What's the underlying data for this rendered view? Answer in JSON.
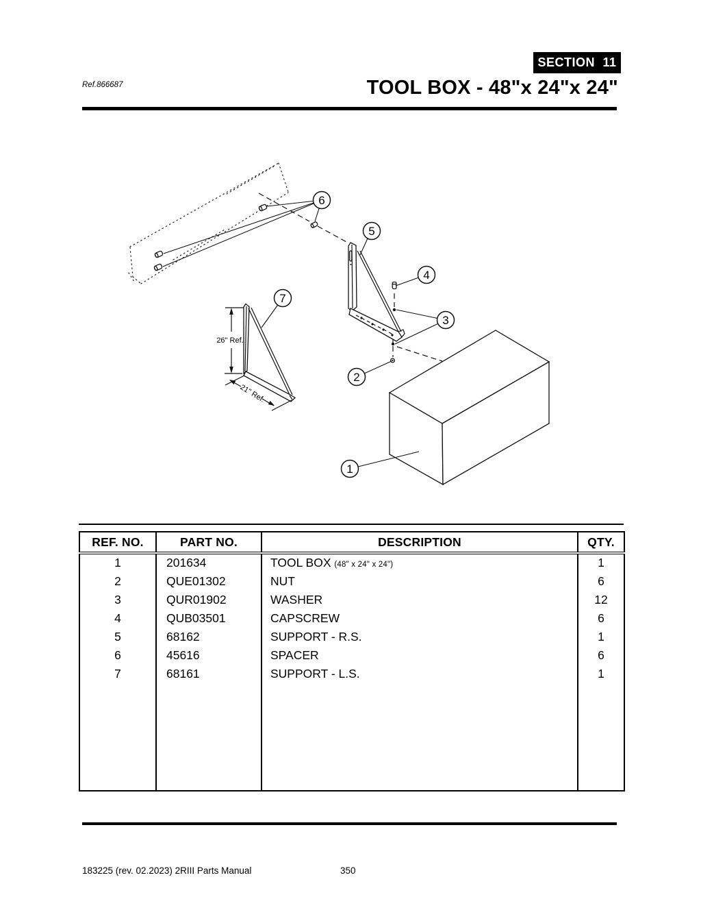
{
  "colors": {
    "ink": "#000000",
    "paper": "#ffffff"
  },
  "header": {
    "section_badge": "SECTION 11",
    "ref_number": "Ref.866687",
    "title": "TOOL BOX - 48\"x 24\"x 24\""
  },
  "diagram": {
    "callout_numbers": [
      "1",
      "2",
      "3",
      "4",
      "5",
      "6",
      "7"
    ],
    "dim_vertical": "26\" Ref.",
    "dim_diagonal": "21\" Ref."
  },
  "table": {
    "headers": [
      "REF. NO.",
      "PART NO.",
      "DESCRIPTION",
      "QTY."
    ],
    "rows": [
      {
        "ref": "1",
        "part": "201634",
        "desc": "TOOL BOX",
        "desc_note": "(48\" x 24\" x 24\")",
        "qty": "1"
      },
      {
        "ref": "2",
        "part": "QUE01302",
        "desc": "NUT",
        "desc_note": "",
        "qty": "6"
      },
      {
        "ref": "3",
        "part": "QUR01902",
        "desc": "WASHER",
        "desc_note": "",
        "qty": "12"
      },
      {
        "ref": "4",
        "part": "QUB03501",
        "desc": "CAPSCREW",
        "desc_note": "",
        "qty": "6"
      },
      {
        "ref": "5",
        "part": "68162",
        "desc": "SUPPORT - R.S.",
        "desc_note": "",
        "qty": "1"
      },
      {
        "ref": "6",
        "part": "45616",
        "desc": "SPACER",
        "desc_note": "",
        "qty": "6"
      },
      {
        "ref": "7",
        "part": "68161",
        "desc": "SUPPORT - L.S.",
        "desc_note": "",
        "qty": "1"
      }
    ]
  },
  "footer": {
    "left": "183225  (rev. 02.2023) 2RIII Parts Manual",
    "page": "350"
  }
}
